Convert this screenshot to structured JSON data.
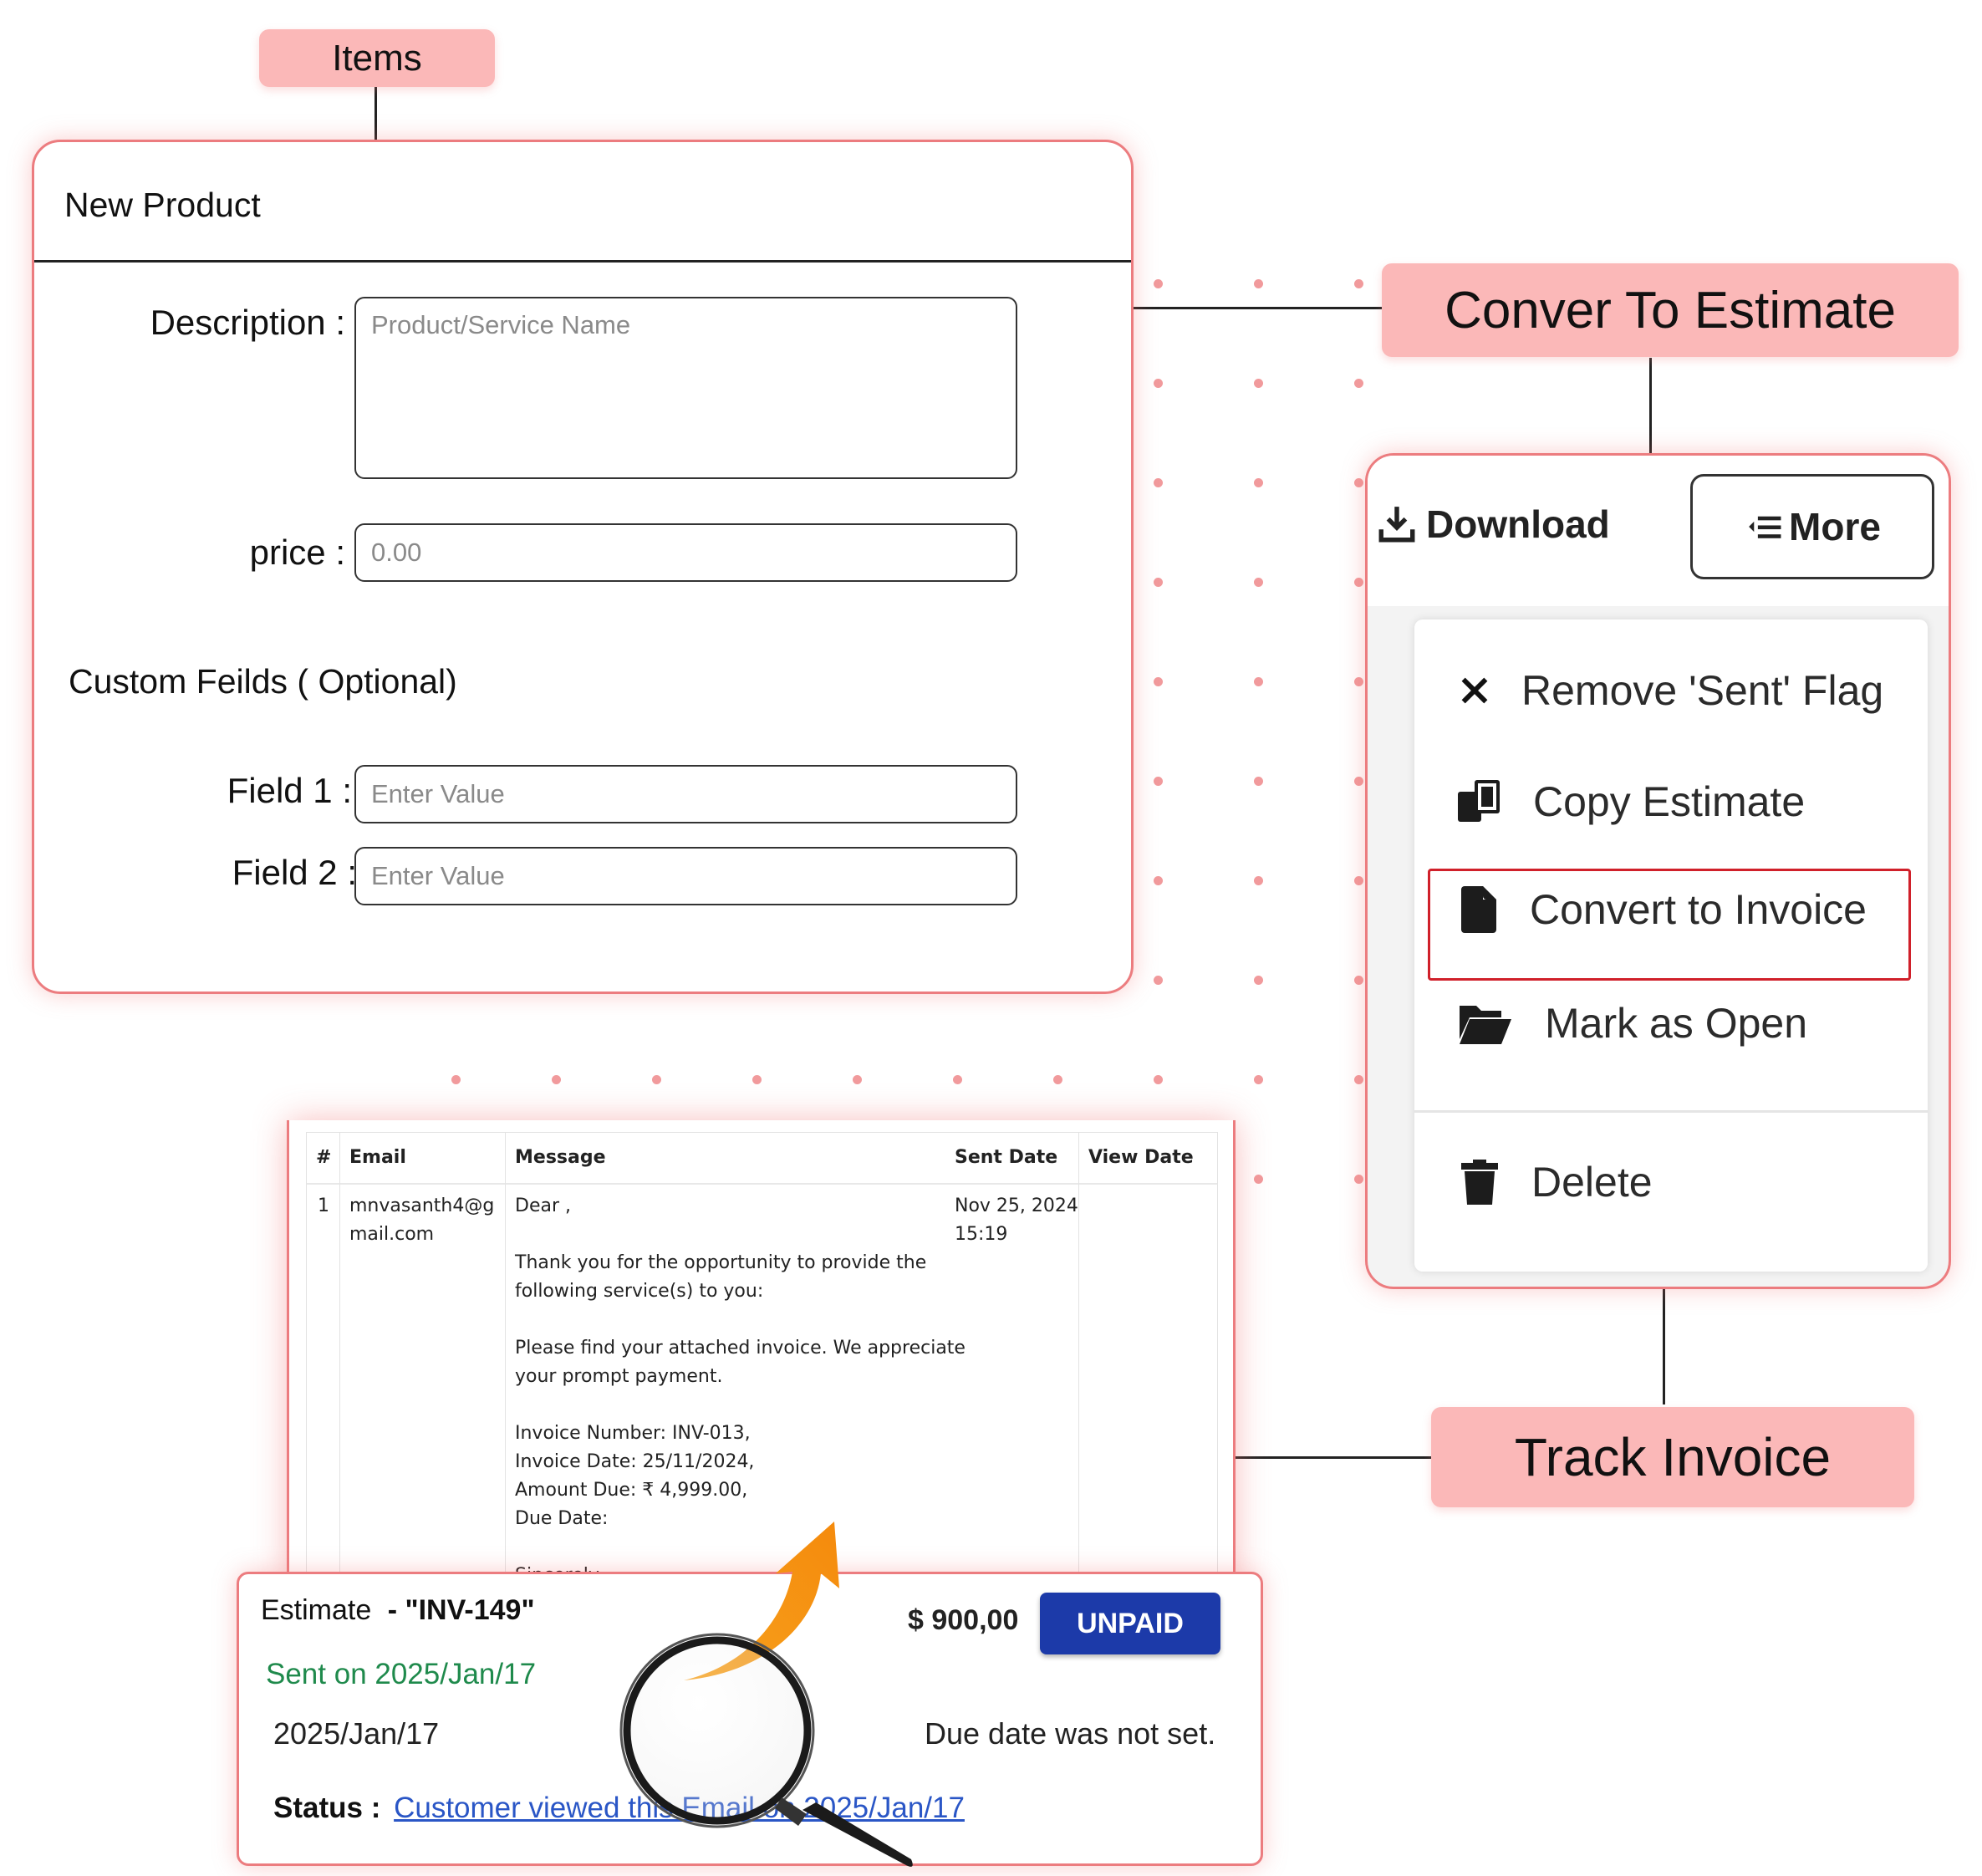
{
  "tags": {
    "items": "Items",
    "convert_to_estimate": "Conver To Estimate",
    "track_invoice": "Track Invoice"
  },
  "product_form": {
    "title": "New Product",
    "description_label": "Description :",
    "description_placeholder": "Product/Service Name",
    "price_label": "price :",
    "price_placeholder": "0.00",
    "custom_fields_heading": "Custom Feilds ( Optional)",
    "field1_label": "Field 1 :",
    "field1_placeholder": "Enter Value",
    "field2_label": "Field 2 :",
    "field2_placeholder": "Enter Value"
  },
  "actions_menu": {
    "download_label": "Download",
    "more_label": "More",
    "items": [
      {
        "label": "Remove 'Sent' Flag",
        "icon": "close-icon"
      },
      {
        "label": "Copy Estimate",
        "icon": "copy-icon"
      },
      {
        "label": "Convert to Invoice",
        "icon": "file-icon",
        "highlighted": true
      },
      {
        "label": "Mark as Open",
        "icon": "folder-open-icon"
      },
      {
        "label": "Delete",
        "icon": "trash-icon"
      }
    ]
  },
  "email_table": {
    "columns": [
      "#",
      "Email",
      "Message",
      "Sent Date",
      "View Date"
    ],
    "row": {
      "index": "1",
      "email_line1": "mnvasanth4@g",
      "email_line2": "mail.com",
      "message": [
        "Dear ,",
        "",
        "Thank you for the opportunity to provide the",
        "following service(s) to you:",
        "",
        "Please find your attached invoice. We appreciate",
        "your prompt payment.",
        "",
        "Invoice Number: INV-013,",
        "Invoice Date: 25/11/2024,",
        "Amount Due: ₹ 4,999.00,",
        "Due Date:",
        "",
        "Sincerely,"
      ],
      "sent_date_line1": "Nov 25, 2024",
      "sent_date_line2": "15:19",
      "view_date": ""
    }
  },
  "estimate_card": {
    "title": "Estimate",
    "number": "- \"INV-149\"",
    "amount": "$ 900,00",
    "status_badge": "UNPAID",
    "sent_on": "Sent on 2025/Jan/17",
    "date": "2025/Jan/17",
    "due_text": "Due date was not set.",
    "status_label": "Status :",
    "status_link": "Customer viewed this Email on 2025/Jan/17"
  },
  "colors": {
    "accent_pink": "#fbb8b8",
    "card_border": "#ec7c7f",
    "badge_blue": "#1c3aa9",
    "sent_green": "#1f8a4c",
    "link_blue": "#2a56c6",
    "highlight_red": "#d0202a"
  }
}
